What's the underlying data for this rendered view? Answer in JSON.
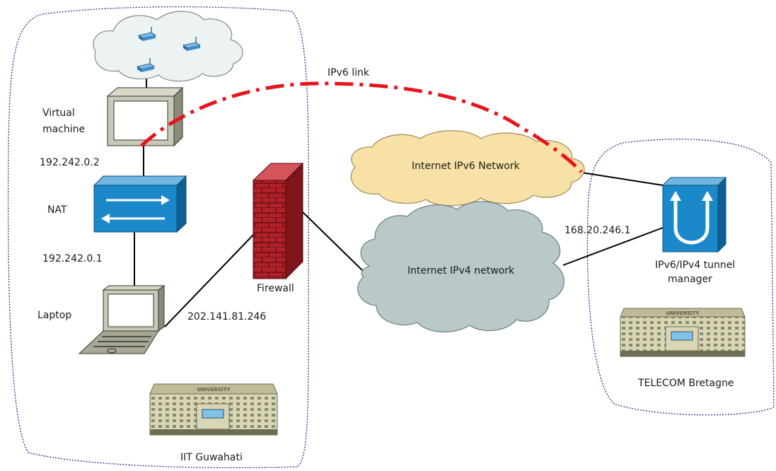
{
  "labels": {
    "virtual_machine_line1": "Virtual",
    "virtual_machine_line2": "machine",
    "ip_vm": "192.242.0.2",
    "nat": "NAT",
    "ip_nat": "192.242.0.1",
    "laptop": "Laptop",
    "ip_laptop_wan": "202.141.81.246",
    "firewall": "Firewall",
    "ipv6_link": "IPv6 link",
    "internet_ipv6": "Internet IPv6 Network",
    "internet_ipv4": "Internet IPv4 network",
    "ip_tunnel": "168.20.246.1",
    "tunnel_manager_line1": "IPv6/IPv4 tunnel",
    "tunnel_manager_line2": "manager",
    "site_left": "IIT Guwahati",
    "site_right": "TELECOM Bretagne",
    "building_sign": "UNIVERSITY"
  },
  "colors": {
    "ipv6_link": "#e8141c",
    "ipv6_cloud": "#f8e1a6",
    "ipv4_cloud": "#b9c8c9",
    "wifi_cloud": "#edf2f3",
    "cisco_blue": "#1b89c9",
    "firewall_red": "#b2202a",
    "region_border": "#2c2c8a"
  }
}
